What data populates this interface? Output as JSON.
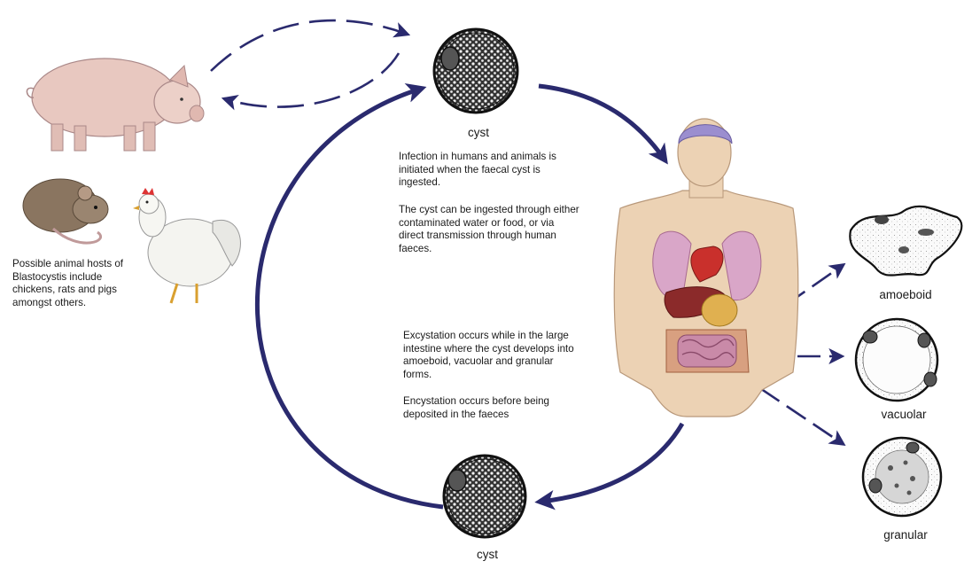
{
  "labels": {
    "cyst_top": "cyst",
    "cyst_bottom": "cyst",
    "amoeboid": "amoeboid",
    "vacuolar": "vacuolar",
    "granular": "granular"
  },
  "text": {
    "infection_1": "Infection in humans and animals is initiated when the faecal cyst is ingested.",
    "infection_2": "The cyst can be ingested through either contaminated water or food, or via direct transmission through human faeces.",
    "hosts": "Possible animal hosts of Blastocystis include chickens, rats and pigs amongst others.",
    "excystation": "Excystation occurs while in the large intestine where the cyst develops into amoeboid, vacuolar and granular forms.",
    "encystation": "Encystation occurs before being deposited in the faeces"
  },
  "colors": {
    "arrow": "#2a2a6e",
    "cyst_fill": "#3a3a3a",
    "pig": "#e8c8c0",
    "rat": "#8a7560",
    "chicken": "#f4f4f0",
    "skin": "#ecd2b4",
    "lung": "#d9a6c8",
    "heart": "#c9302c",
    "liver": "#8b2a2a",
    "intestine": "#c98aa8",
    "brain": "#9b8ecf"
  }
}
